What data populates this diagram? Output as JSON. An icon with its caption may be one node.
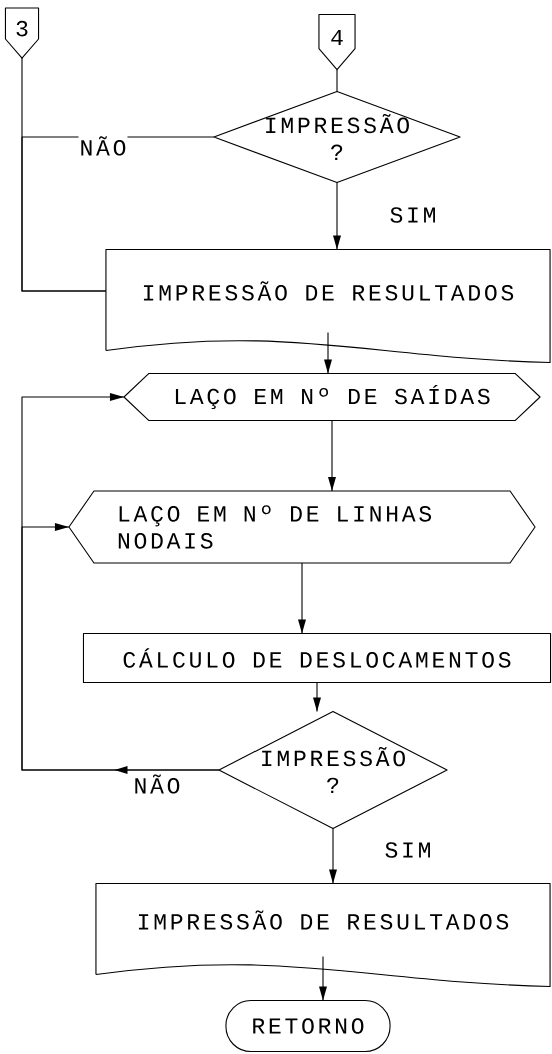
{
  "diagram": {
    "nodes": [
      {
        "text": [
          "3"
        ]
      },
      {
        "text": [
          "4"
        ]
      },
      {
        "text": [
          "IMPRESSÃO ?"
        ]
      },
      {
        "text": [
          "IMPRESSÃO DE RESULTADOS"
        ]
      },
      {
        "text": [
          "LAÇO EM Nº DE SAÍDAS"
        ]
      },
      {
        "text": [
          "LAÇO EM Nº DE LINHAS NODAIS"
        ]
      },
      {
        "text": [
          "CÁLCULO DE DESLOCAMENTOS"
        ]
      },
      {
        "text": [
          "IMPRESSÃO ?"
        ]
      },
      {
        "text": [
          "IMPRESSÃO DE RESULTADOS"
        ]
      },
      {
        "text": [
          "RETORNO"
        ]
      }
    ],
    "edges": [
      {
        "from": 1,
        "to": 2,
        "arrow": "none"
      },
      {
        "from": 2,
        "to": 3,
        "arrow": "to",
        "label": "SIM"
      },
      {
        "from": 0,
        "to": 3,
        "arrow": "none"
      },
      {
        "from": 2,
        "to": 3,
        "arrow": "none",
        "label": "NÃO"
      },
      {
        "from": 3,
        "to": 4,
        "arrow": "to"
      },
      {
        "from": 4,
        "to": 5,
        "arrow": "to"
      },
      {
        "from": 5,
        "to": 6,
        "arrow": "to"
      },
      {
        "from": 6,
        "to": 7,
        "arrow": "to"
      },
      {
        "from": 7,
        "to": 8,
        "arrow": "to",
        "label": "SIM"
      },
      {
        "from": 8,
        "to": 9,
        "arrow": "to"
      },
      {
        "from": 7,
        "to": 4,
        "arrow": "to",
        "label": "NÃO"
      },
      {
        "from": 7,
        "to": 5,
        "arrow": "to"
      }
    ]
  }
}
